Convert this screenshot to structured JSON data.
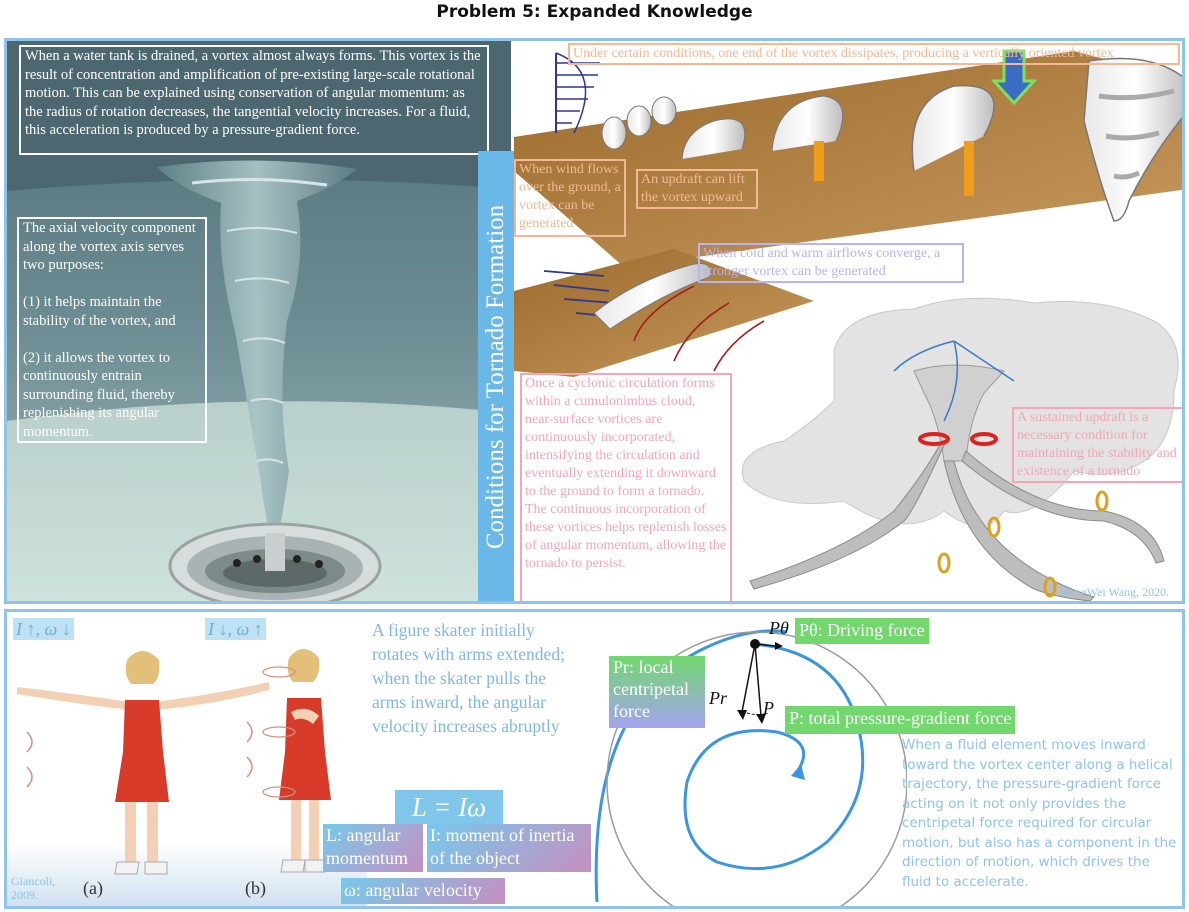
{
  "title": "Problem 5: Expanded Knowledge",
  "top_panel": {
    "vertical_title": "Conditions for Tornado Formation",
    "drain_text": "When a water tank is drained, a vortex almost always forms. This vortex is the result of concentration and amplification of pre-existing large-scale rotational motion. This can be explained using conservation of angular momentum: as the radius of rotation decreases, the tangential velocity increases. For a fluid, this acceleration is produced by a pressure-gradient force.",
    "axial_text": "The axial velocity component along the vortex axis serves two purposes:\n\n(1) it helps maintain the stability of the vortex, and\n\n(2) it allows the vortex to continuously entrain surrounding fluid, thereby replenishing its angular momentum.",
    "vertical_vortex_text": "Under certain conditions, one end of the vortex dissipates, producing a vertically oriented vortex",
    "wind_text": "When wind flows over the ground, a vortex can be generated",
    "updraft_text": "An updraft can lift the vortex upward",
    "converge_text": "When cold and warm airflows converge, a stronger vortex can be generated",
    "cyclonic_text": "Once a cyclonic circulation forms within a cumulonimbus cloud, near-surface vortices are continuously incorporated, intensifying the circulation and eventually extending it downward to the ground to form a tornado. The continuous incorporation of these vortices helps replenish losses of angular momentum, allowing the tornado to persist.",
    "sustained_text": "A sustained updraft is a necessary condition for maintaining the stability and existence of a tornado",
    "credit": "HongWei Wang, 2020."
  },
  "bottom_panel": {
    "label_a_state": "I ↑, ω ↓",
    "label_b_state": "I ↓, ω ↑",
    "caption_a": "(a)",
    "caption_b": "(b)",
    "credit": "Giancoli, 2009.",
    "skater_text": "A figure skater initially rotates with arms extended; when the skater pulls the arms inward, the angular velocity increases abruptly",
    "equation": "L = Iω",
    "L_label": "L: angular momentum",
    "I_label": "I: moment of inertia of the object",
    "omega_label": "ω: angular velocity",
    "P_theta": "Pθ",
    "P_theta_label": "Pθ: Driving force",
    "P_r": "Pr",
    "P_r_label": "Pr: local centripetal force",
    "P_vec": "P",
    "P_label": "P: total pressure-gradient force",
    "fluid_text": "When a fluid element moves inward toward the vortex center along a helical trajectory, the pressure-gradient force acting on it not only provides the centripetal force required for circular motion, but also has a component in the direction of motion, which drives the fluid to accelerate."
  },
  "colors": {
    "frame": "#8fc3ea",
    "vertical_bar": "#6ab8e8",
    "orange_label": "#f2b896",
    "pink_label": "#f2a6b8",
    "lavender_label": "#b7b4ef",
    "green_label": "#72d86e",
    "skater_text": "#7fb8e6"
  }
}
